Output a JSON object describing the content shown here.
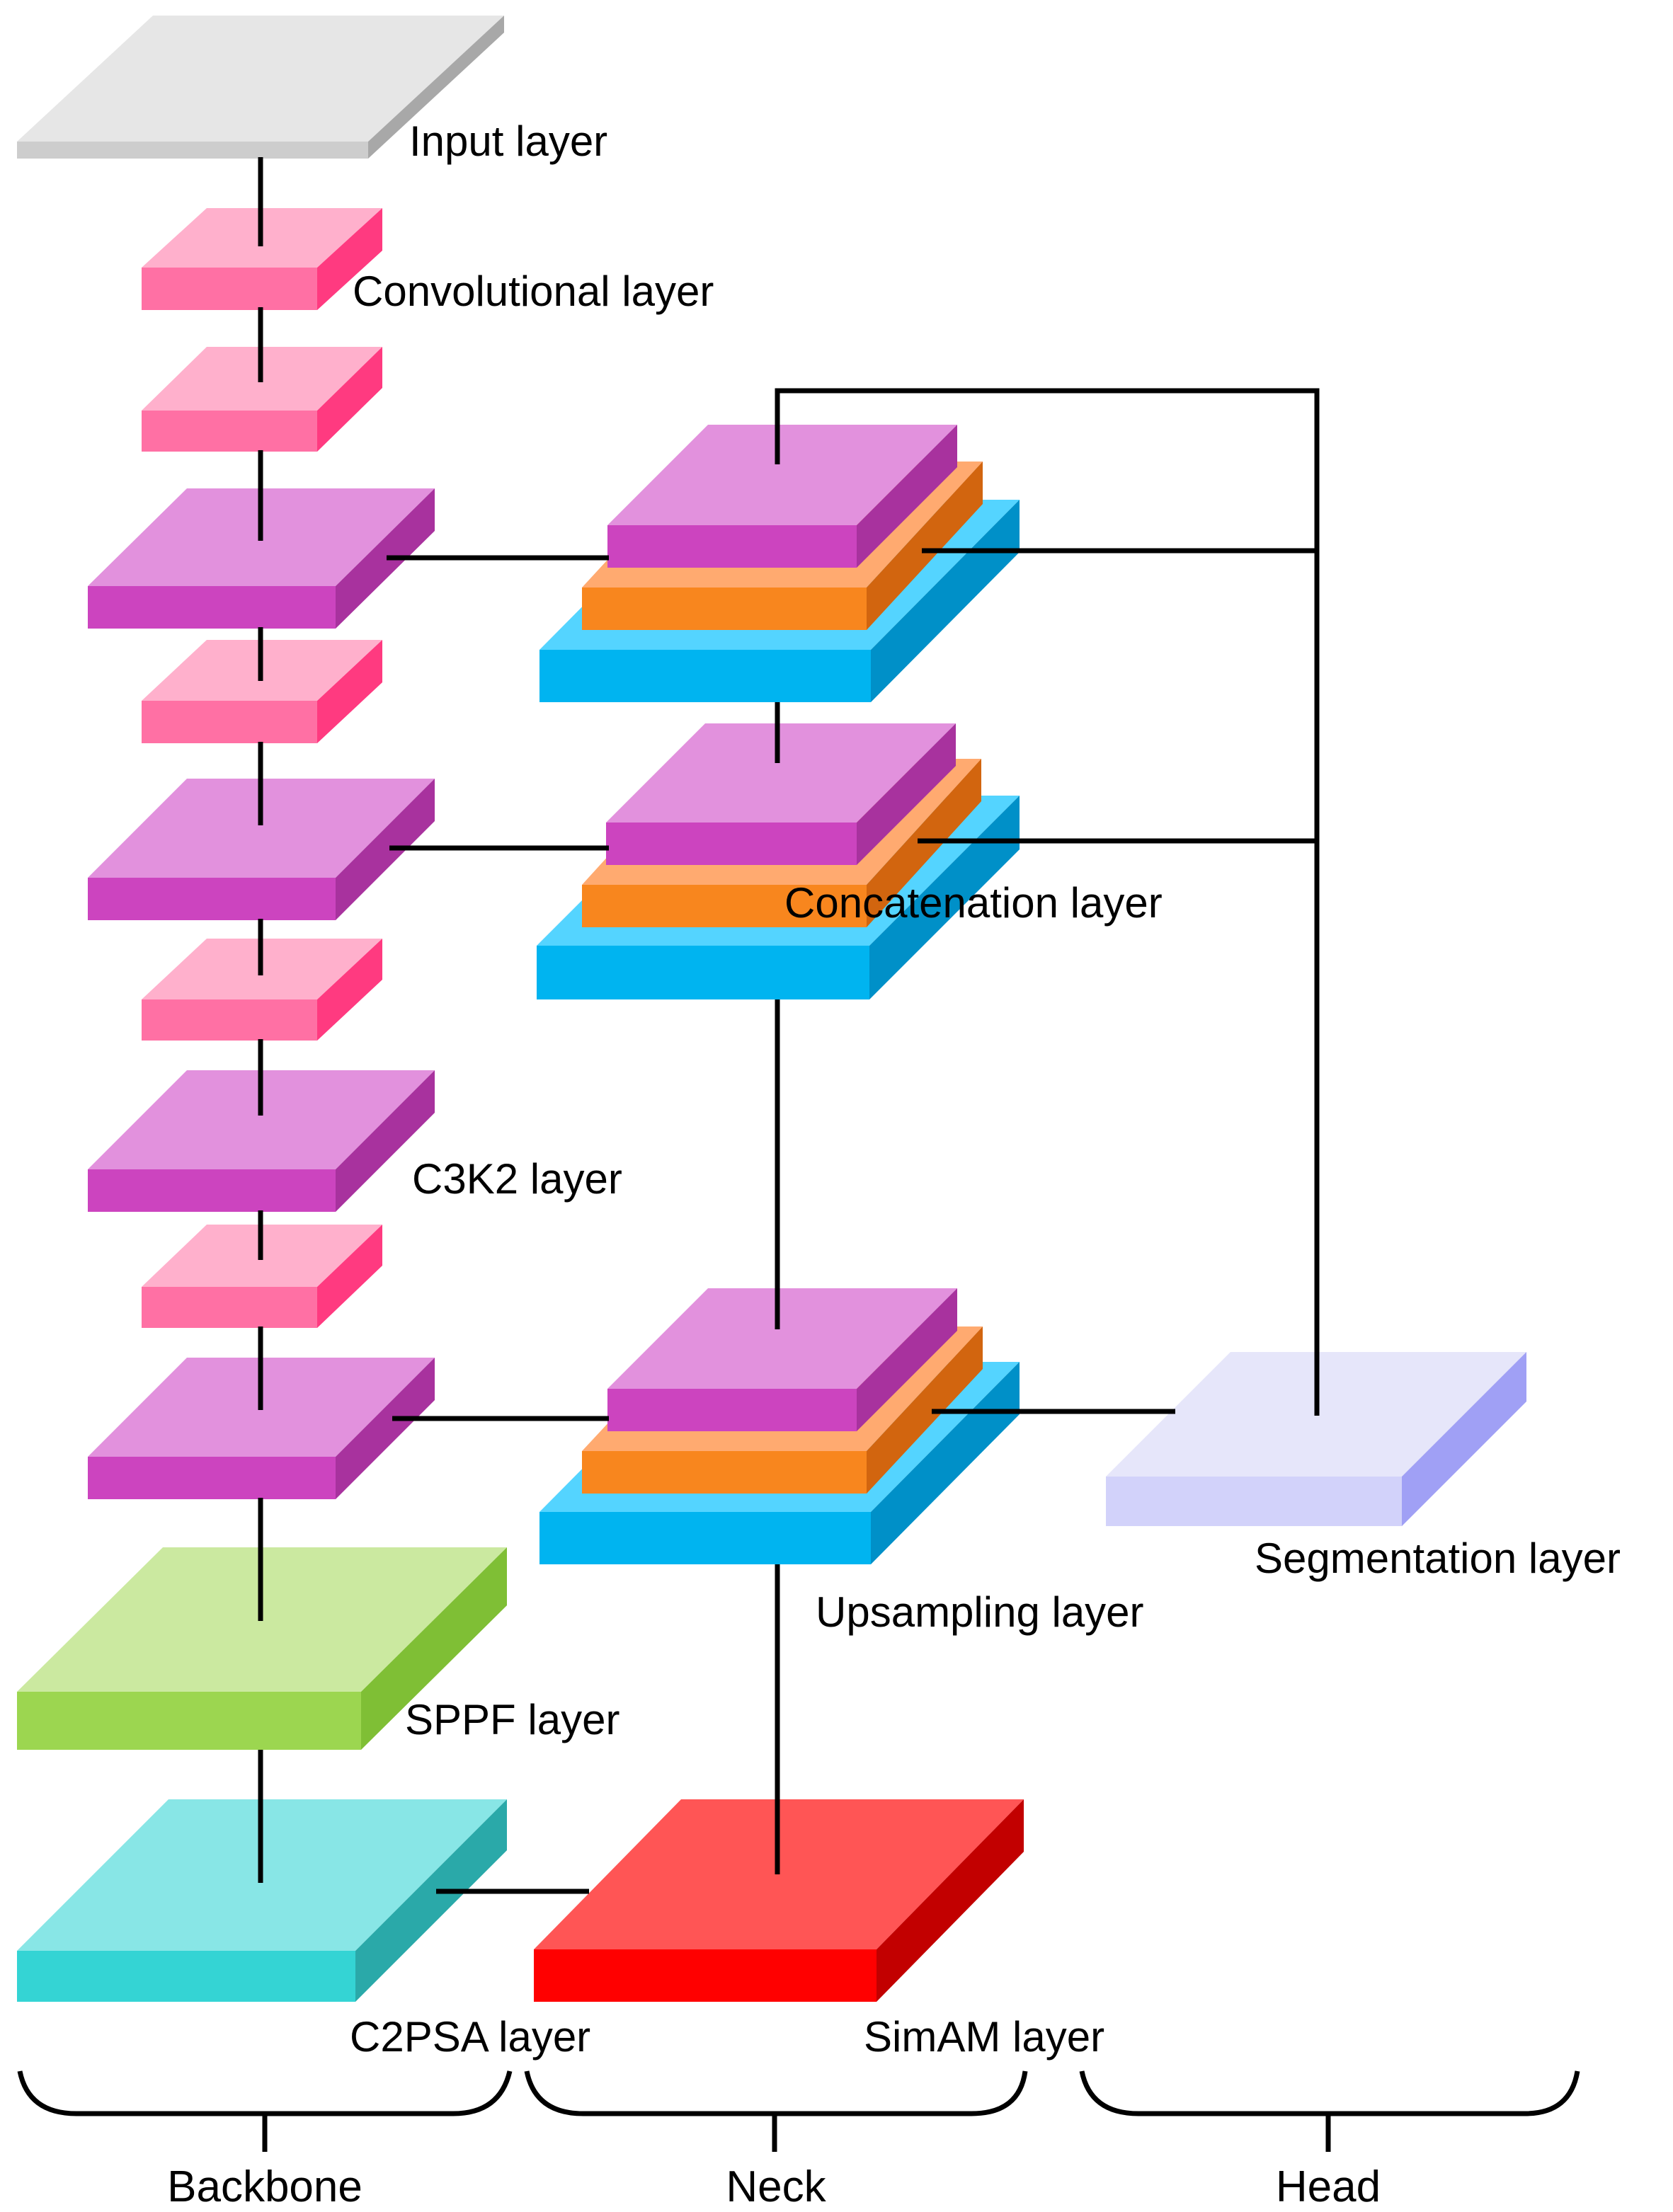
{
  "labels": {
    "input": "Input layer",
    "conv": "Convolutional layer",
    "concat": "Concatenation layer",
    "c3k2": "C3K2 layer",
    "segmentation": "Segmentation layer",
    "upsampling": "Upsampling layer",
    "sppf": "SPPF layer",
    "c2psa": "C2PSA layer",
    "simam": "SimAM layer"
  },
  "sections": {
    "backbone": "Backbone",
    "neck": "Neck",
    "head": "Head"
  },
  "colors": {
    "input": "#e6e6e6",
    "conv": "#ff6fa3",
    "c3k2": "#cc44bf",
    "concat": "#f8861e",
    "upsampling": "#00b4f0",
    "segmentation": "#d2d2fa",
    "sppf": "#9cd650",
    "c2psa": "#34d4d4",
    "simam": "#ff0000"
  }
}
